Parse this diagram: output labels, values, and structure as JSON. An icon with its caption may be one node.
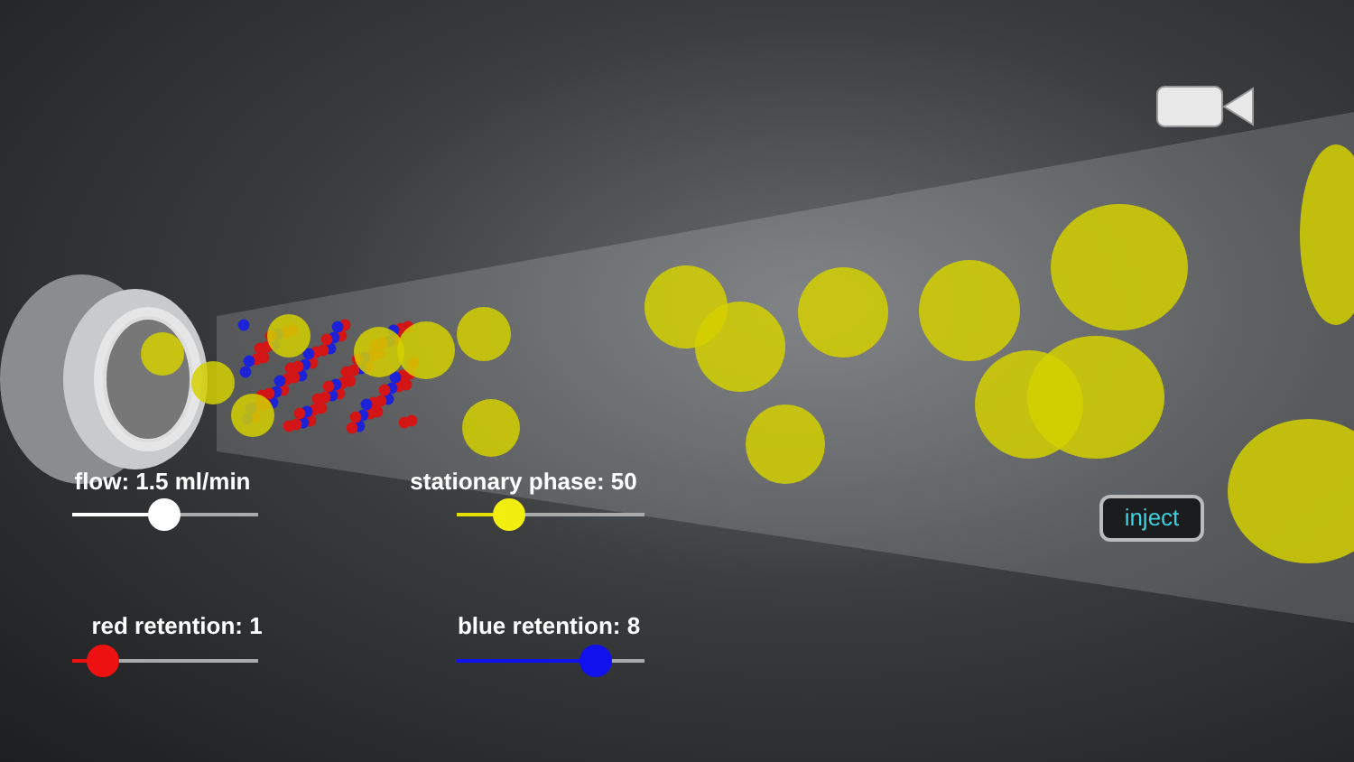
{
  "diagram": {
    "labels": [
      "flow: 1.5 ml/min",
      "stationary phase: 50",
      "red retention: 1",
      "blue retention: 8",
      "inject"
    ]
  }
}
